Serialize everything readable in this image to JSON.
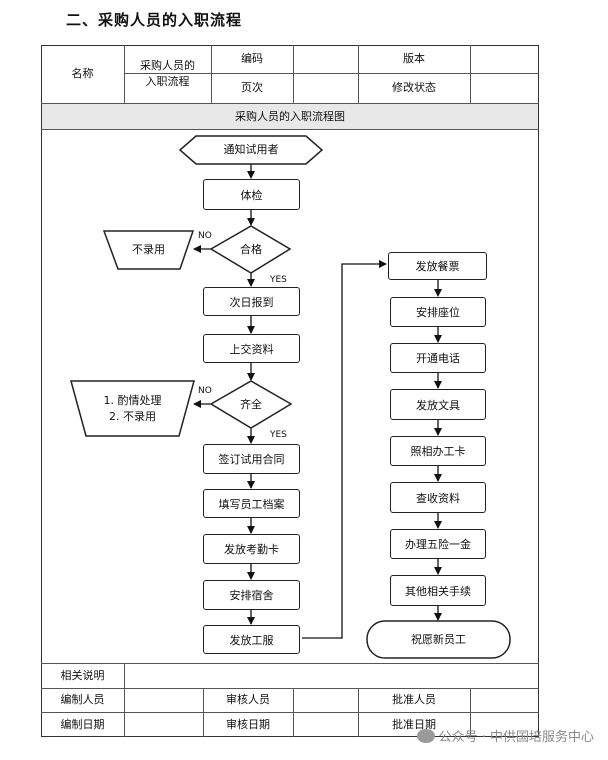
{
  "heading": "二、采购人员的入职流程",
  "header": {
    "name_label": "名称",
    "name_value_line1": "采购人员的",
    "name_value_line2": "入职流程",
    "code_label": "编码",
    "version_label": "版本",
    "page_label": "页次",
    "revision_label": "修改状态"
  },
  "flowchart_title": "采购人员的入职流程图",
  "flow": {
    "notify": "通知试用者",
    "physical": "体检",
    "qualified": "合格",
    "not_hired": "不录用",
    "report_next_day": "次日报到",
    "submit_docs": "上交资料",
    "complete": "齐全",
    "incomplete_line1": "1. 酌情处理",
    "incomplete_line2": "2. 不录用",
    "sign_contract": "签订试用合同",
    "fill_file": "填写员工档案",
    "issue_attendance_card": "发放考勤卡",
    "arrange_dorm": "安排宿舍",
    "issue_uniform": "发放工服",
    "issue_meal_tickets": "发放餐票",
    "arrange_seat": "安排座位",
    "open_phone": "开通电话",
    "issue_stationery": "发放文具",
    "photo_card": "照相办工卡",
    "check_docs": "查收资料",
    "insurance": "办理五险一金",
    "other_procedures": "其他相关手续",
    "welcome": "祝愿新员工",
    "no": "NO",
    "yes": "YES"
  },
  "footer": {
    "notes_label": "相关说明",
    "prepared_by": "编制人员",
    "reviewed_by": "审核人员",
    "approved_by": "批准人员",
    "prepared_date": "编制日期",
    "reviewed_date": "审核日期",
    "approved_date": "批准日期"
  },
  "watermark": "公众号 · 中供国培服务中心"
}
